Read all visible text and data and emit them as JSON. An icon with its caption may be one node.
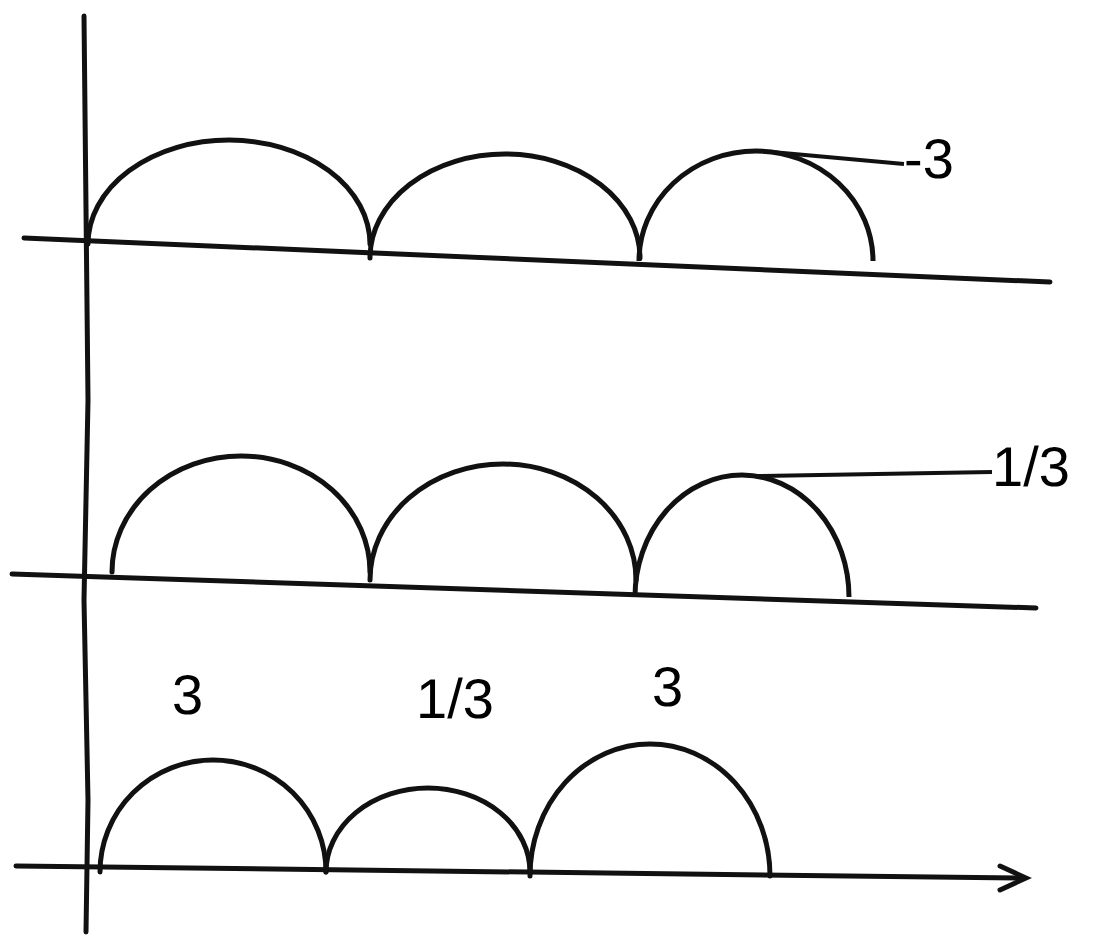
{
  "diagram": {
    "nodes": [
      {
        "text": [
          "-3"
        ]
      },
      {
        "text": [],
        "shape": "arc"
      },
      {
        "text": [
          "1/3"
        ]
      },
      {
        "text": [],
        "shape": "arc"
      }
    ],
    "edges": [
      {
        "from": 0,
        "to": 1,
        "arrow": "none"
      },
      {
        "from": 2,
        "to": 3,
        "arrow": "none"
      }
    ],
    "labels": [
      "3",
      "1/3",
      "3"
    ]
  }
}
